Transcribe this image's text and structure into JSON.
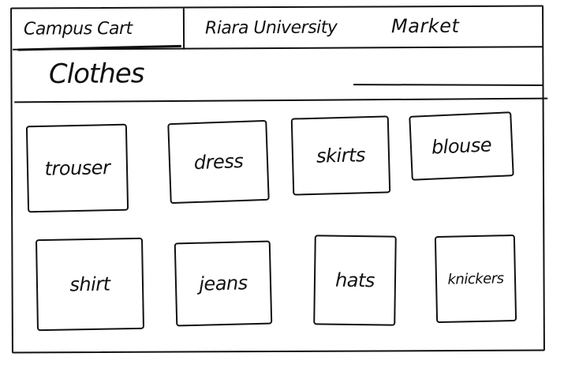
{
  "header": {
    "brand": "Campus Cart",
    "subtitle": "Riara University",
    "market": "Market"
  },
  "category": {
    "title": "Clothes"
  },
  "items": [
    {
      "label": "trouser"
    },
    {
      "label": "dress"
    },
    {
      "label": "skirts"
    },
    {
      "label": "blouse"
    },
    {
      "label": "shirt"
    },
    {
      "label": "jeans"
    },
    {
      "label": "hats"
    },
    {
      "label": "knickers"
    }
  ]
}
